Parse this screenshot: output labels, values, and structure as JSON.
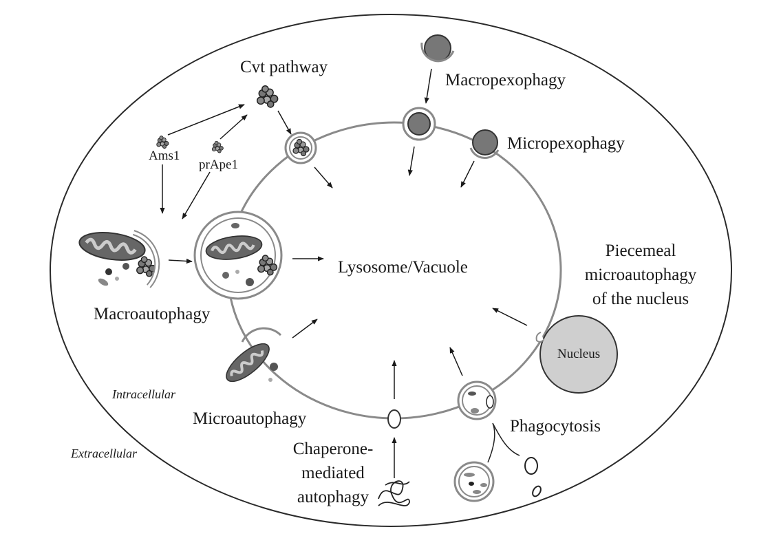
{
  "labels": {
    "cvt_pathway": "Cvt pathway",
    "ams1": "Ams1",
    "prape1": "prApe1",
    "macropexophagy": "Macropexophagy",
    "micropexophagy": "Micropexophagy",
    "lysosome_vacuole": "Lysosome/Vacuole",
    "piecemeal": [
      "Piecemeal",
      "microautophagy",
      "of the nucleus"
    ],
    "nucleus": "Nucleus",
    "macroautophagy": "Macroautophagy",
    "microautophagy": "Microautophagy",
    "intracellular": "Intracellular",
    "extracellular": "Extracellular",
    "chaperone": [
      "Chaperone-",
      "mediated",
      "autophagy"
    ],
    "phagocytosis": "Phagocytosis"
  },
  "colors": {
    "outline": "#333333",
    "vacuole_membrane": "#8a8a8a",
    "organelle_dark": "#666666",
    "organelle_mid": "#9a9a9a",
    "nucleus_fill": "#cfcfcf",
    "mito_inner": "#c9c9c9"
  }
}
